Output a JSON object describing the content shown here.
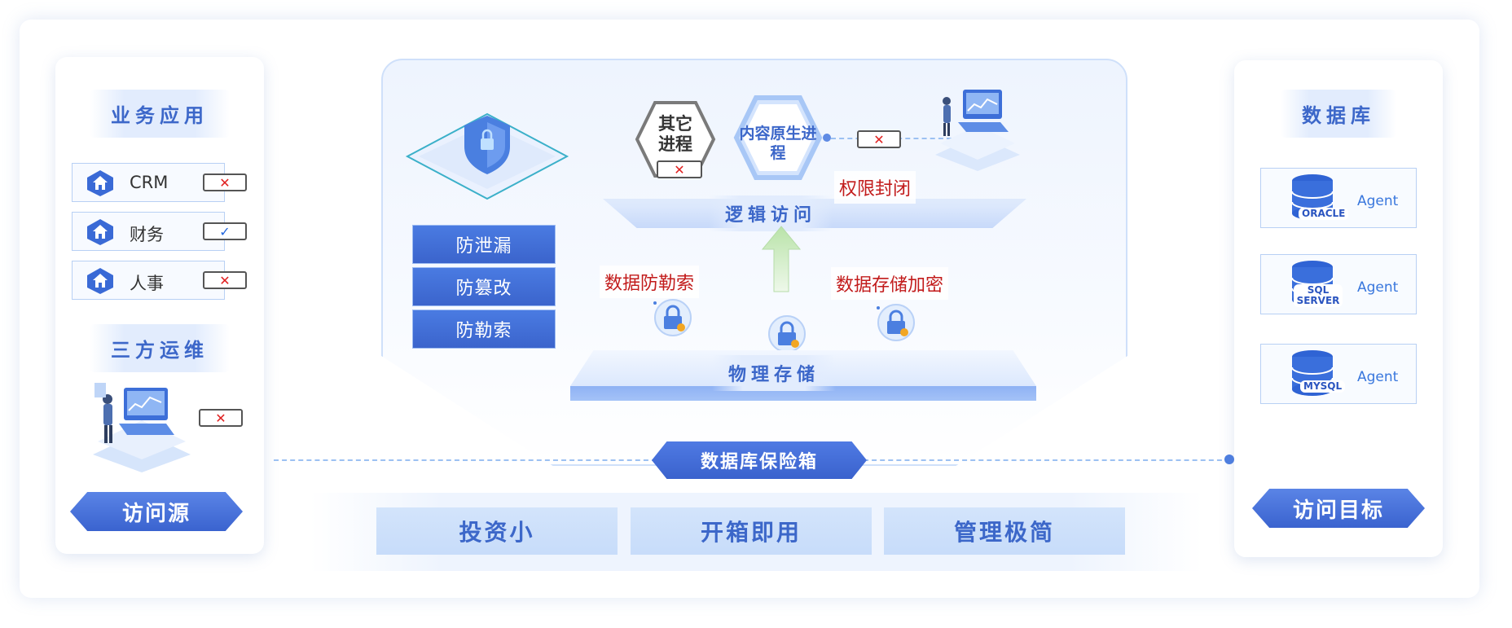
{
  "left": {
    "title_apps": "业务应用",
    "apps": [
      {
        "label": "CRM",
        "status": "✕"
      },
      {
        "label": "财务",
        "status": "✓"
      },
      {
        "label": "人事",
        "status": "✕"
      }
    ],
    "title_ops": "三方运维",
    "ops_status": "✕",
    "source_label": "访问源"
  },
  "center": {
    "protections": [
      "防泄漏",
      "防篡改",
      "防勒索"
    ],
    "other_process": "其它进程",
    "other_status": "✕",
    "native_process": "内容原生进程",
    "native_status": "✕",
    "permission_closed": "权限封闭",
    "logic_access": "逻辑访问",
    "anti_ransom": "数据防勒索",
    "storage_encrypt": "数据存储加密",
    "physical_storage": "物理存储",
    "vault": "数据库保险箱"
  },
  "benefits": [
    "投资小",
    "开箱即用",
    "管理极简"
  ],
  "right": {
    "title": "数据库",
    "dbs": [
      {
        "name": "ORACLE",
        "agent": "Agent"
      },
      {
        "name": "SQL SERVER",
        "agent": "Agent"
      },
      {
        "name": "MYSQL",
        "agent": "Agent"
      }
    ],
    "target_label": "访问目标"
  },
  "colors": {
    "primary": "#3c67c9",
    "alert": "#c21b1b",
    "ok": "#2266dd"
  }
}
